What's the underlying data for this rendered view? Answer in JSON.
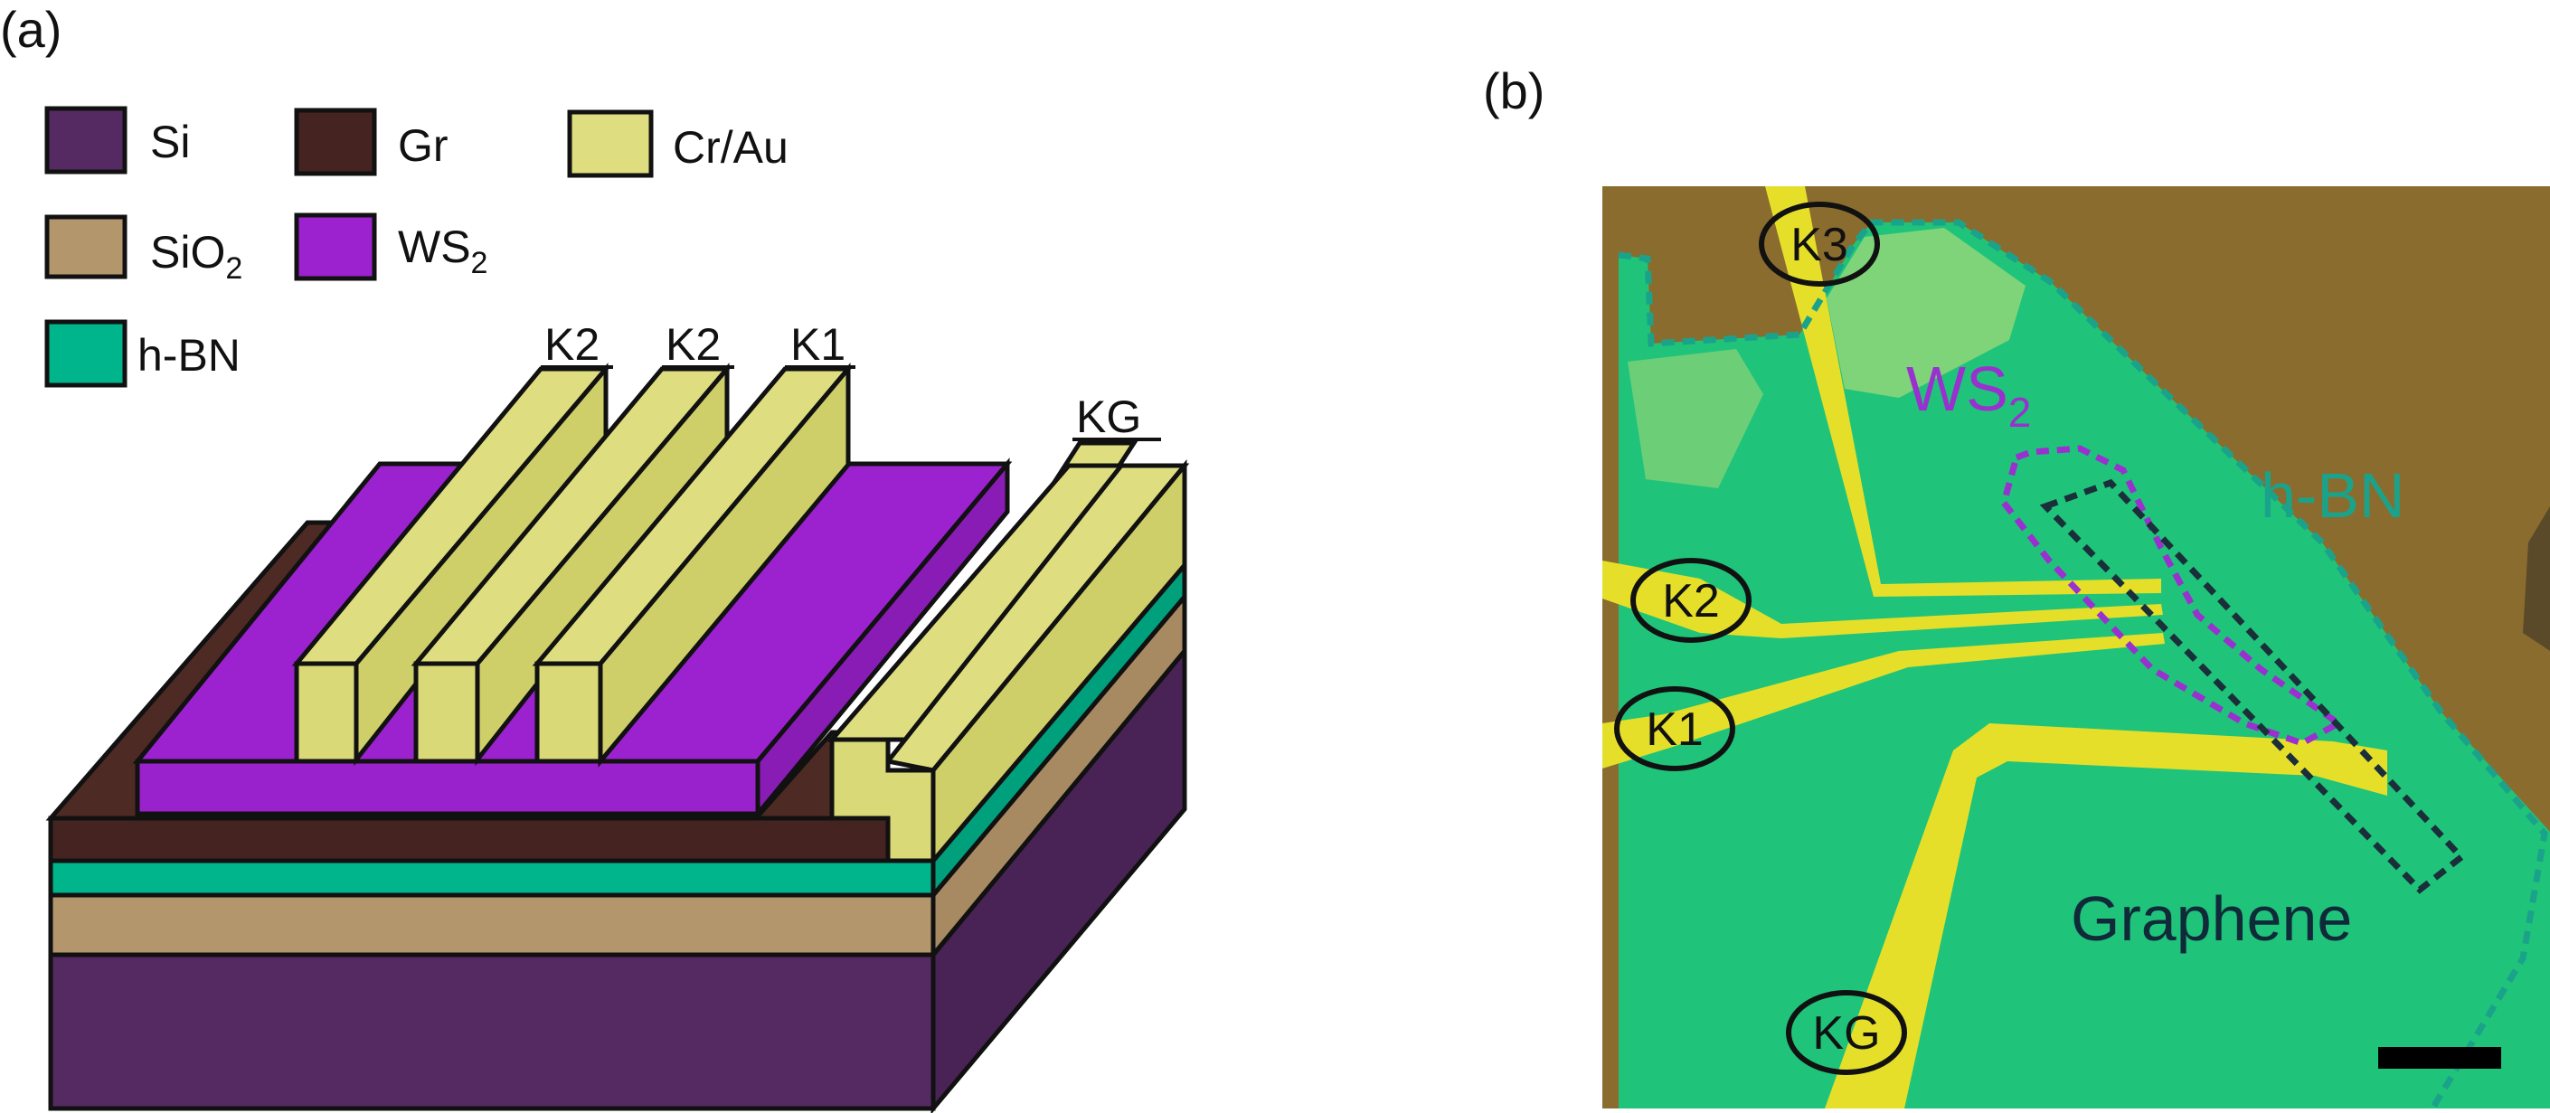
{
  "panel_a": {
    "label": "(a)",
    "legend": {
      "si": "Si",
      "gr": "Gr",
      "crau": "Cr/Au",
      "sio2_base": "SiO",
      "sio2_sub": "2",
      "ws2_base": "WS",
      "ws2_sub": "2",
      "hbn": "h-BN"
    },
    "contacts": {
      "k2_left": "K2",
      "k2_mid": "K2",
      "k1": "K1",
      "kg": "KG"
    }
  },
  "panel_b": {
    "label": "(b)",
    "labels": {
      "k3": "K3",
      "k2": "K2",
      "k1": "K1",
      "kg": "KG",
      "ws2_base": "WS",
      "ws2_sub": "2",
      "hbn": "h-BN",
      "graphene": "Graphene"
    }
  },
  "colors": {
    "si_front": "#552a63",
    "si_side": "#4a2356",
    "sio2_front": "#b4966d",
    "sio2_side": "#a88a62",
    "hbn_front": "#00b48c",
    "hbn_side": "#00a07c",
    "gr_front": "#442320",
    "gr_top": "#4e2a24",
    "ws2_front": "#9a22cc",
    "ws2_top": "#9c22d0",
    "au_front": "#d9d977",
    "au_top": "#dede80",
    "au_side": "#cfcf6a",
    "photo_bg": "#8a6c2e",
    "photo_hbn": "#1fc47a",
    "photo_hbn_light": "#7fd47a",
    "photo_gold": "#e6df2a",
    "ws2_outline": "#9a30d0",
    "hbn_outline": "#1aa38a",
    "graphene_outline": "#1a2f3a",
    "graphene_text": "#102a3a"
  }
}
